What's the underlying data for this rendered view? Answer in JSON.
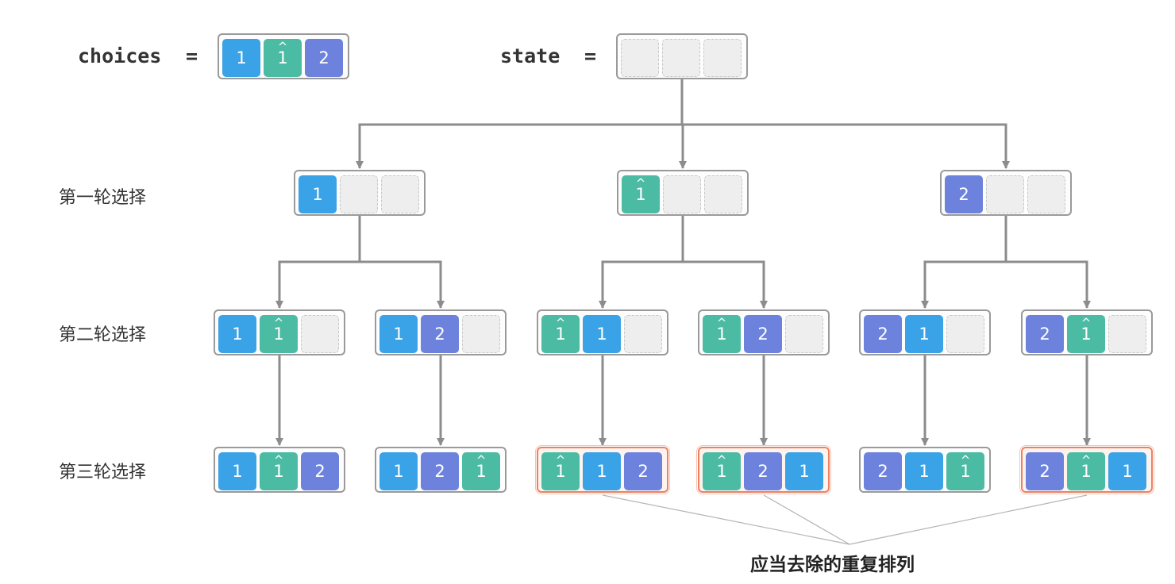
{
  "header": {
    "choices_label": "choices",
    "state_label": "state",
    "equals": "="
  },
  "choices": [
    "1",
    "1̂",
    "2"
  ],
  "state": [
    "",
    "",
    ""
  ],
  "levels": [
    {
      "label": "第一轮选择",
      "nodes": [
        [
          "1",
          "",
          ""
        ],
        [
          "1̂",
          "",
          ""
        ],
        [
          "2",
          "",
          ""
        ]
      ]
    },
    {
      "label": "第二轮选择",
      "nodes": [
        [
          "1",
          "1̂",
          ""
        ],
        [
          "1",
          "2",
          ""
        ],
        [
          "1̂",
          "1",
          ""
        ],
        [
          "1̂",
          "2",
          ""
        ],
        [
          "2",
          "1",
          ""
        ],
        [
          "2",
          "1̂",
          ""
        ]
      ]
    },
    {
      "label": "第三轮选择",
      "nodes": [
        [
          "1",
          "1̂",
          "2"
        ],
        [
          "1",
          "2",
          "1̂"
        ],
        [
          "1̂",
          "1",
          "2"
        ],
        [
          "1̂",
          "2",
          "1"
        ],
        [
          "2",
          "1",
          "1̂"
        ],
        [
          "2",
          "1̂",
          "1"
        ]
      ]
    }
  ],
  "duplicates": [
    2,
    3,
    5
  ],
  "annotation": "应当去除的重复排列",
  "colors": {
    "value_1": "#3aa2e6",
    "value_1_hat": "#4cbba4",
    "value_2": "#6d82dc",
    "empty": "#eeeeee",
    "duplicate_border": "#ee8062",
    "frame_border": "#9a9a9a",
    "arrow": "#8c8c8c"
  }
}
